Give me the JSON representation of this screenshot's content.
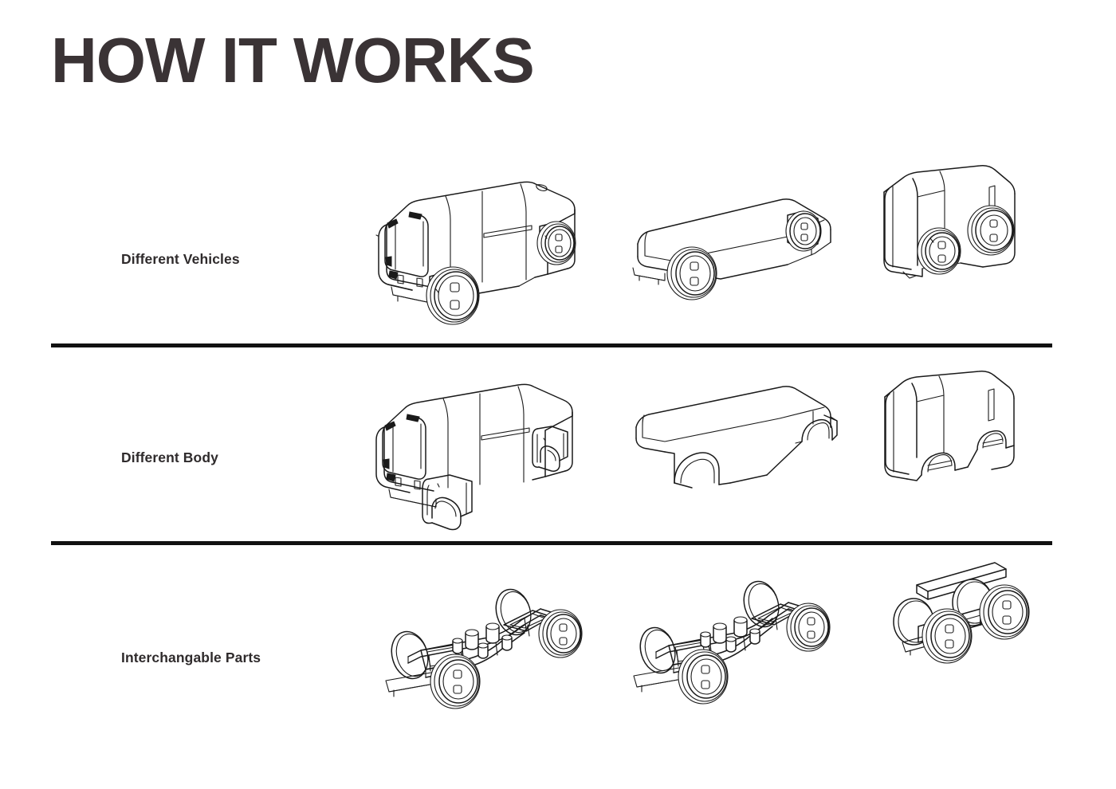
{
  "page": {
    "title": "HOW IT WORKS",
    "background_color": "#ffffff",
    "ink_color": "#1a1a1a",
    "title_color": "#3a3335"
  },
  "rows": [
    {
      "id": "different-vehicles",
      "label": "Different Vehicles",
      "figures": [
        {
          "id": "vehicle-van",
          "caption": "boxy shuttle van with wheels"
        },
        {
          "id": "vehicle-flatbed",
          "caption": "low flatbed platform vehicle with wheels"
        },
        {
          "id": "vehicle-compact",
          "caption": "short compact vehicle with wheels"
        }
      ]
    },
    {
      "id": "different-body",
      "label": "Different Body",
      "figures": [
        {
          "id": "body-van",
          "caption": "shuttle van body shell, empty wheel arches"
        },
        {
          "id": "body-flatbed",
          "caption": "flatbed platform body shell, arched cutouts"
        },
        {
          "id": "body-compact",
          "caption": "compact body shell, arched cutouts"
        }
      ]
    },
    {
      "id": "interchangable-parts",
      "label": "Interchangable Parts",
      "figures": [
        {
          "id": "chassis-long",
          "caption": "long skateboard chassis with four wheels"
        },
        {
          "id": "chassis-medium",
          "caption": "medium skateboard chassis with four wheels"
        },
        {
          "id": "chassis-short",
          "caption": "short compact chassis module with four wheels"
        }
      ]
    }
  ],
  "dividers": [
    {
      "id": "divider-1"
    },
    {
      "id": "divider-2"
    }
  ]
}
